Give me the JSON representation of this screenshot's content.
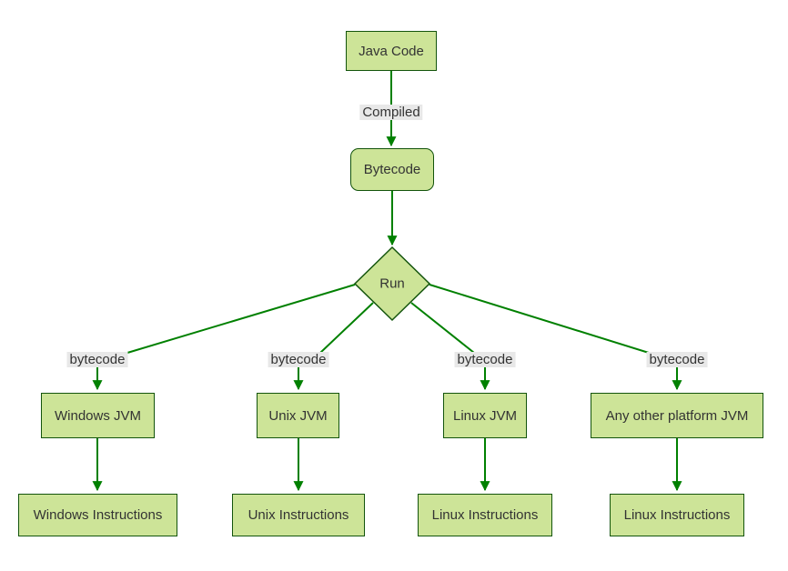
{
  "diagram": {
    "type": "flowchart",
    "direction": "top-down",
    "top_chain": {
      "java_code": "Java Code",
      "compiled_edge_label": "Compiled",
      "bytecode_node": "Bytecode",
      "run_decision": "Run"
    },
    "branches": [
      {
        "edge_label": "bytecode",
        "jvm": "Windows JVM",
        "instructions": "Windows Instructions"
      },
      {
        "edge_label": "bytecode",
        "jvm": "Unix JVM",
        "instructions": "Unix Instructions"
      },
      {
        "edge_label": "bytecode",
        "jvm": "Linux JVM",
        "instructions": "Linux Instructions"
      },
      {
        "edge_label": "bytecode",
        "jvm": "Any other platform JVM",
        "instructions": "Linux Instructions"
      }
    ],
    "colors": {
      "node_fill": "#cde498",
      "node_border": "#13540c",
      "edge_line": "#008000",
      "label_bg": "#e8e8e8",
      "text": "#333333",
      "background": "#ffffff"
    }
  }
}
